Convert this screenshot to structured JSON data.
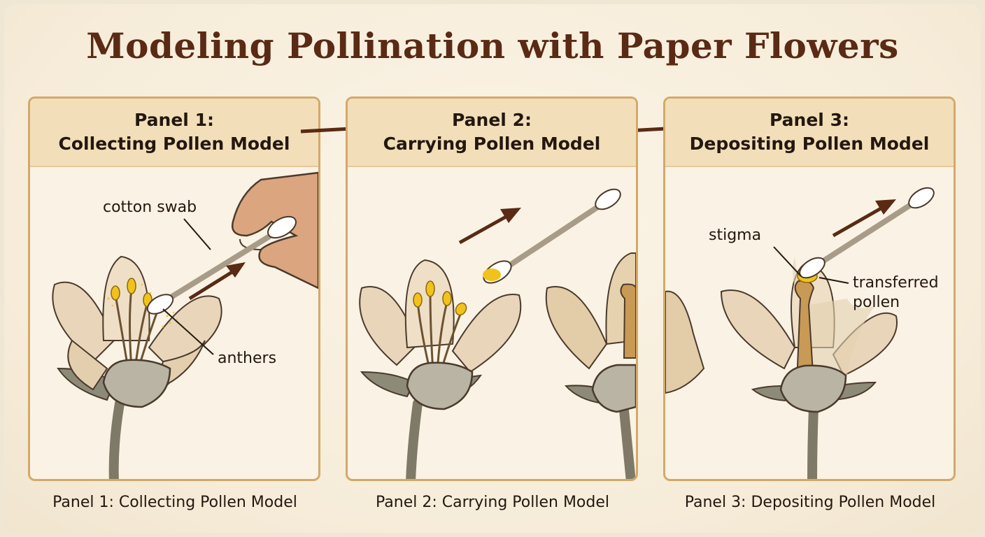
{
  "title": "Modeling Pollination with Paper Flowers",
  "panels": [
    {
      "header_line1": "Panel 1:",
      "header_line2": "Collecting Pollen Model",
      "caption": "Panel 1: Collecting Pollen Model",
      "labels": {
        "cotton_swab": "cotton swab",
        "anthers": "anthers"
      }
    },
    {
      "header_line1": "Panel 2:",
      "header_line2": "Carrying Pollen Model",
      "caption": "Panel 2: Carrying Pollen Model"
    },
    {
      "header_line1": "Panel 3:",
      "header_line2": "Depositing Pollen Model",
      "caption": "Panel 3: Depositing Pollen Model",
      "labels": {
        "stigma": "stigma",
        "transferred_line1": "transferred",
        "transferred_line2": "pollen"
      }
    }
  ],
  "colors": {
    "title": "#5a2a14",
    "panel_border": "#d3a96a",
    "panel_header": "#f2dfb9",
    "arrow": "#5a2a14",
    "petal": "#ecd8bc",
    "pollen": "#f2c21c",
    "stem": "#8c8674"
  }
}
